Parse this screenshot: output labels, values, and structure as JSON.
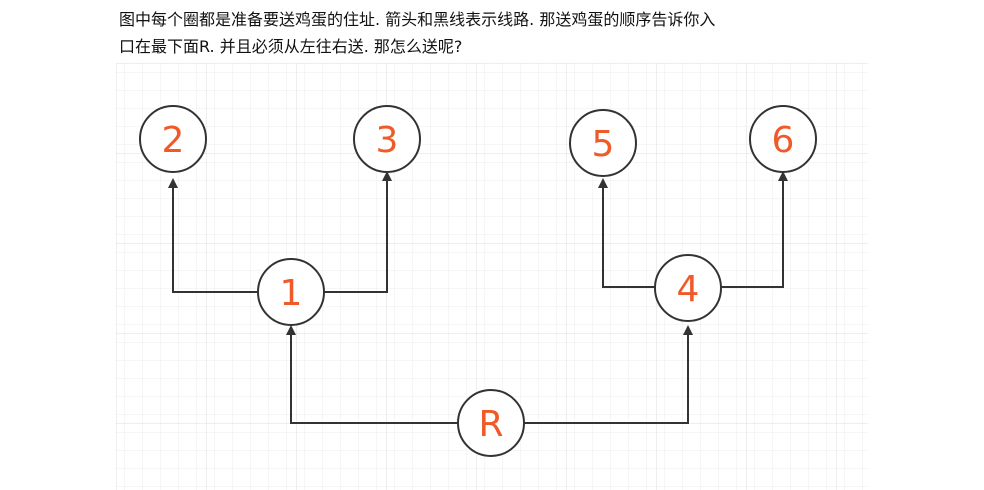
{
  "question": {
    "line1": "图中每个圈都是准备要送鸡蛋的住址. 箭头和黑线表示线路. 那送鸡蛋的顺序告诉你入",
    "line2": "口在最下面R. 并且必须从左往右送. 那怎么送呢?"
  },
  "nodes": [
    {
      "id": "n2",
      "label": "2"
    },
    {
      "id": "n3",
      "label": "3"
    },
    {
      "id": "n5",
      "label": "5"
    },
    {
      "id": "n6",
      "label": "6"
    },
    {
      "id": "n1",
      "label": "1"
    },
    {
      "id": "n4",
      "label": "4"
    },
    {
      "id": "nR",
      "label": "R"
    }
  ],
  "colors": {
    "line": "#333333",
    "node_stroke": "#333333",
    "label": "#f05a28",
    "grid": "#e6e6e6"
  }
}
